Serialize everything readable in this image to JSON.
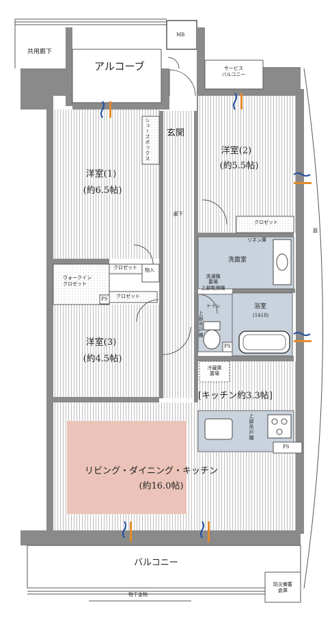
{
  "labels": {
    "common_corridor": "共用廊下",
    "alcove": "アルコーブ",
    "mb": "MB",
    "service_balcony": "サービス\nバルコニー",
    "entrance": "玄関",
    "shoe_box": "シューズボックス",
    "western_room_2": "洋室(2)",
    "western_room_2_size": "(約5.5帖)",
    "western_room_1": "洋室(1)",
    "western_room_1_size": "(約6.5帖)",
    "hallway": "廊下",
    "closet_r2": "クロゼット",
    "garden": "庭",
    "linen": "リネン庫",
    "washroom": "洗面室",
    "washer_area": "洗濯機\n置場\n上部乾燥機",
    "walk_in_closet": "ウォークイン\nクロゼット",
    "closet_wic": "クロゼット",
    "storage": "物入",
    "ps_wic": "PS",
    "closet_r3": "クロゼット",
    "bathroom": "浴室",
    "bathroom_size": "(1418)",
    "toilet": "トイレ",
    "toilet_shelf": "上部吊戸棚",
    "ps_toilet": "PS",
    "western_room_3": "洋室(3)",
    "western_room_3_size": "(約4.5帖)",
    "fridge_area": "冷蔵庫\n置場",
    "kitchen": "[キッチン約3.3帖]",
    "kitchen_cabinet": "上部吊戸棚",
    "ps_kitchen": "PS",
    "ldk": "リビング・ダイニング・キッチン",
    "ldk_size": "(約16.0帖)",
    "balcony": "バルコニー",
    "drying_rack": "物干金物",
    "disaster_storage": "防災備蓄\n倉庫"
  },
  "colors": {
    "wall": "#8a8a8a",
    "floor_line": "#c8c8c8",
    "wet_area": "#c9d3dd",
    "ldk_highlight": "#ebc3b8",
    "air_blue": "#1f4fa0",
    "air_orange": "#e58a2a"
  },
  "icons": [
    "entrance-door-icon",
    "bathtub-icon",
    "toilet-icon",
    "sink-icon",
    "stove-icon",
    "washbasin-icon",
    "airflow-icon"
  ]
}
